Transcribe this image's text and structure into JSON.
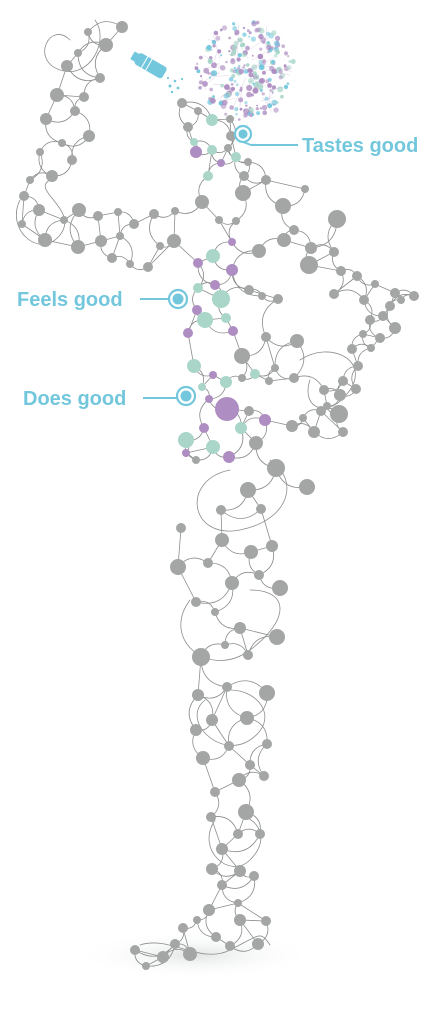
{
  "illustration": {
    "callouts": [
      {
        "id": "tastes",
        "label": "Tastes good"
      },
      {
        "id": "feels",
        "label": "Feels good"
      },
      {
        "id": "does",
        "label": "Does good"
      }
    ]
  },
  "colors": {
    "background": "#ffffff",
    "node_gray": "#a3a6a5",
    "node_mint": "#a9d6c9",
    "node_purple": "#ae8ec2",
    "accent_blue": "#73c7dd",
    "line_gray": "#8b8e8d",
    "shadow": "#e8eaea"
  }
}
